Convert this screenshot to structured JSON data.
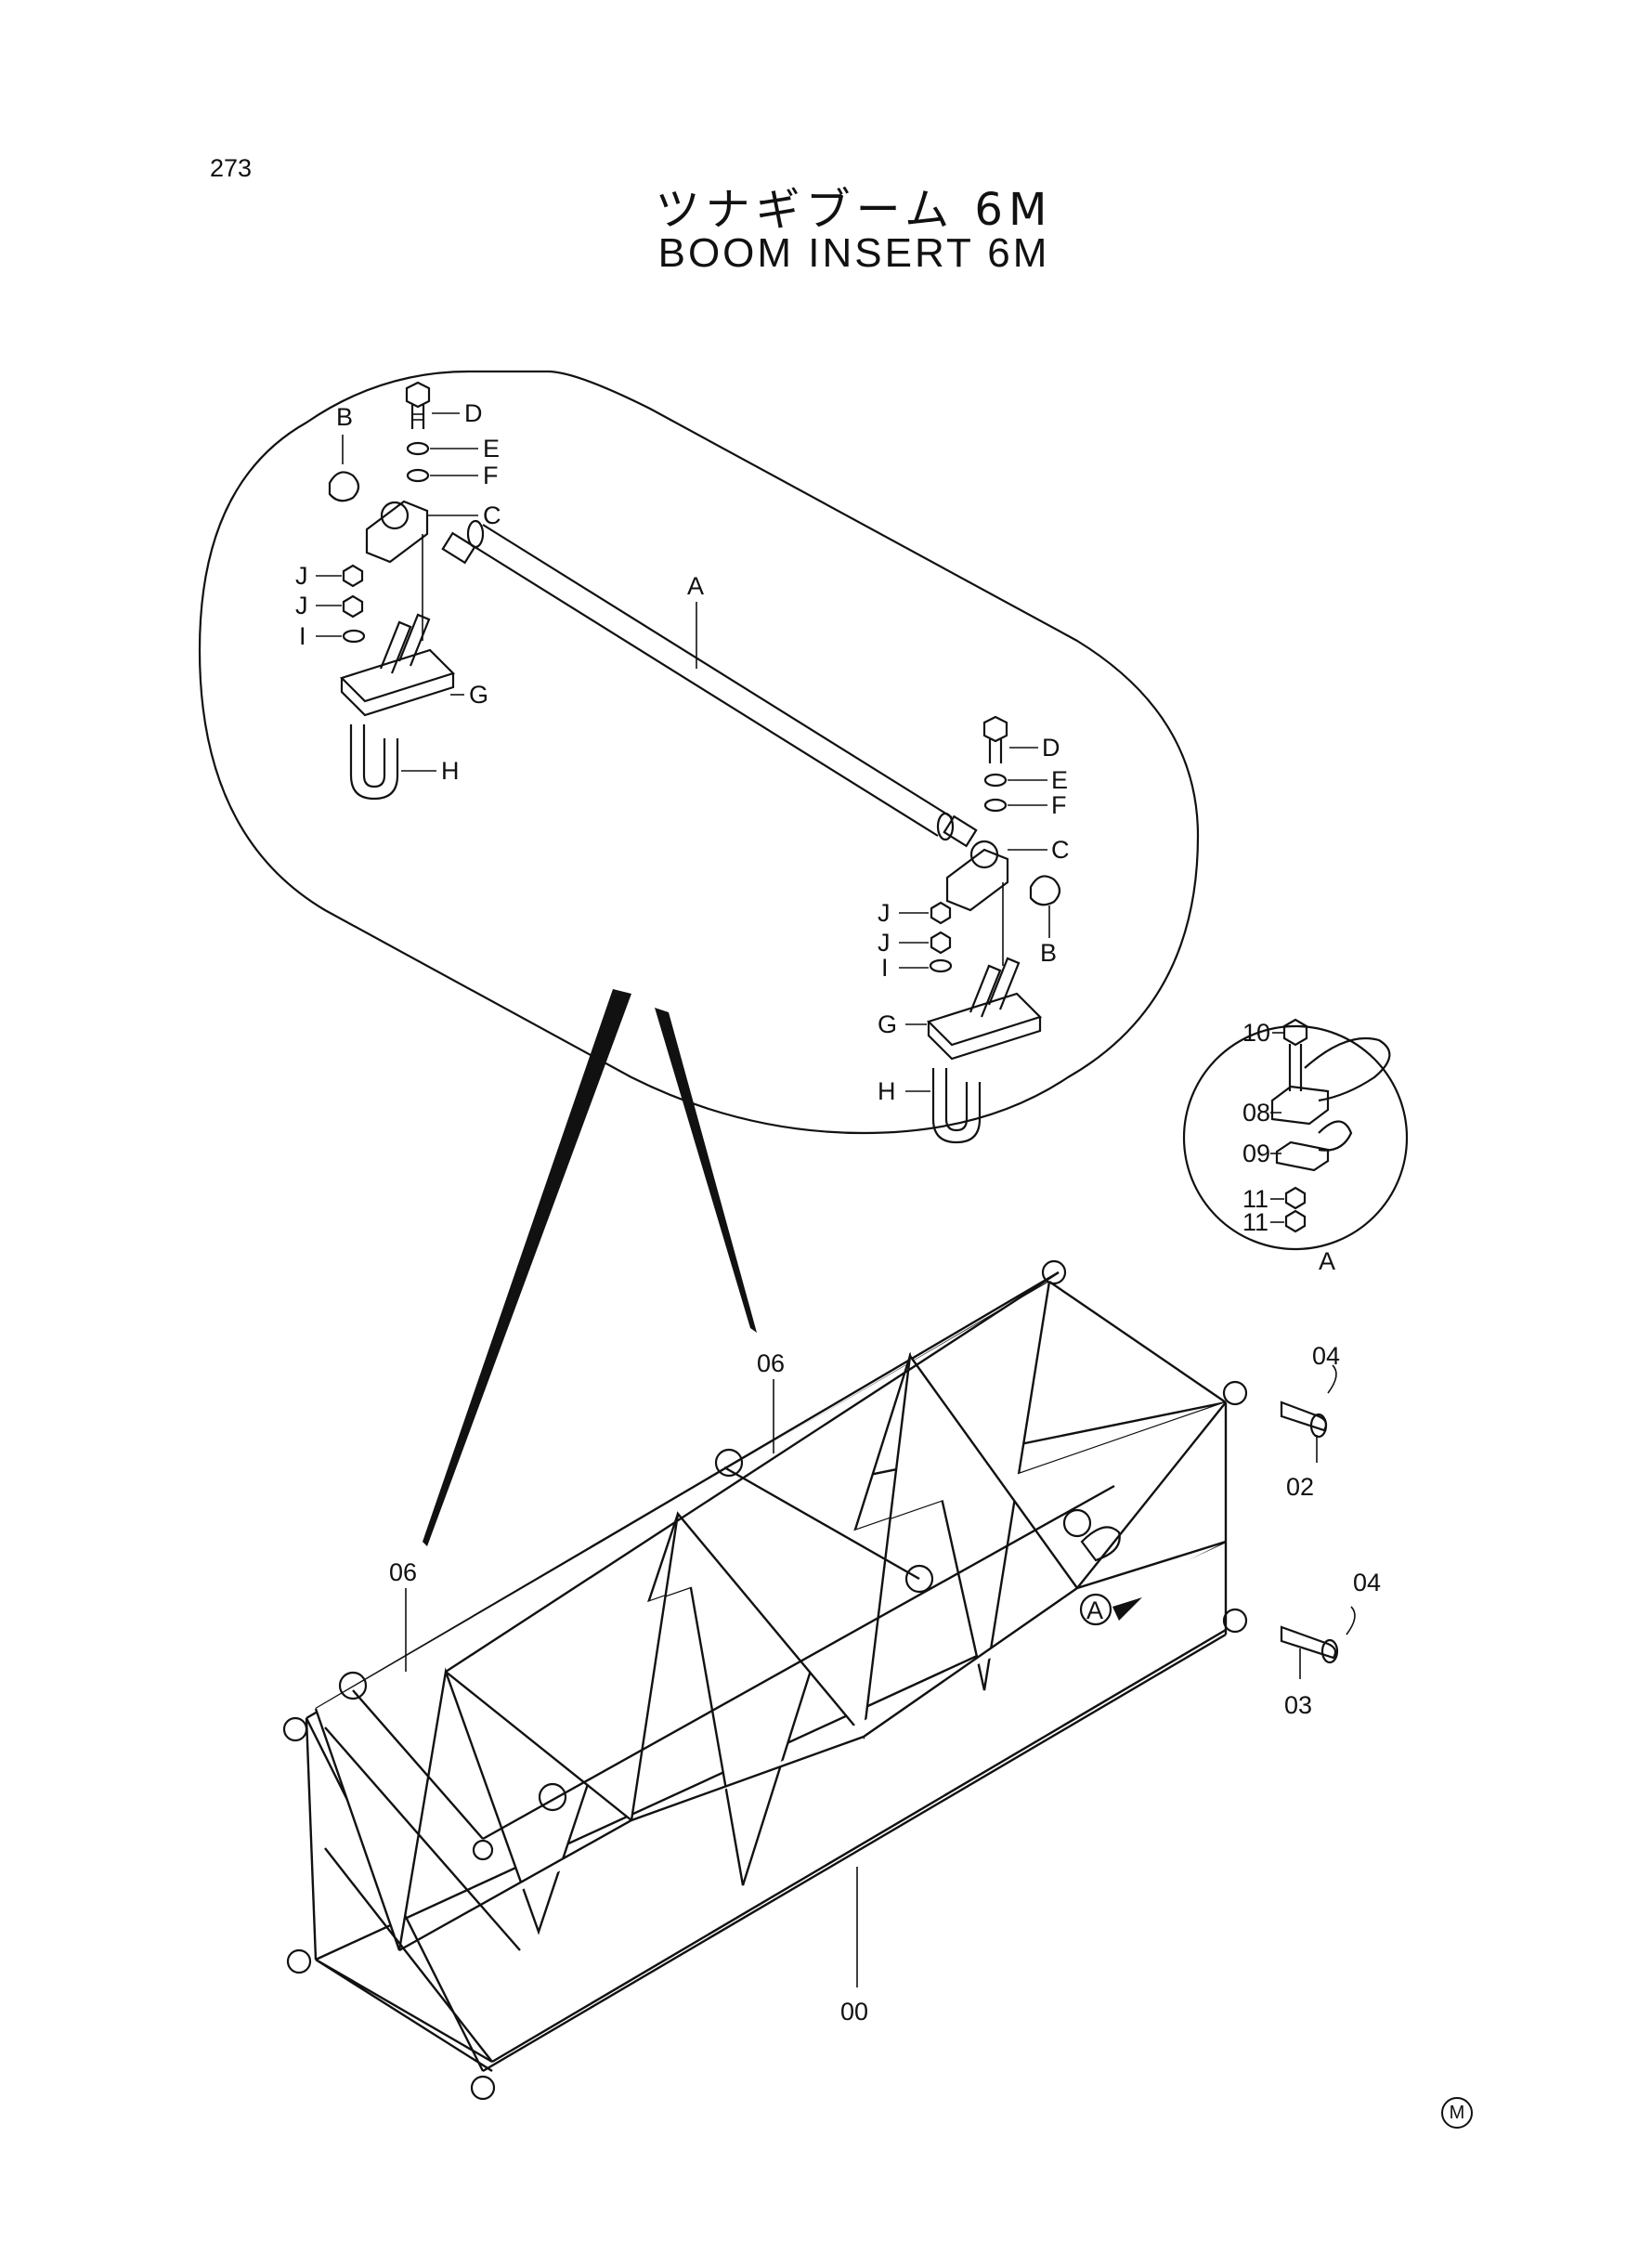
{
  "page_number": "273",
  "title_jp": "ツナギブーム 6M",
  "title_en": "BOOM INSERT 6M",
  "maker_mark": "M",
  "detail_labels": {
    "A": "A",
    "B": "B",
    "C": "C",
    "D": "D",
    "E": "E",
    "F": "F",
    "G": "G",
    "H": "H",
    "I": "I",
    "J": "J"
  },
  "part_numbers": {
    "p00": "00",
    "p02": "02",
    "p03": "03",
    "p04": "04",
    "p06": "06",
    "p08": "08",
    "p09": "09",
    "p10": "10",
    "p11": "11"
  }
}
